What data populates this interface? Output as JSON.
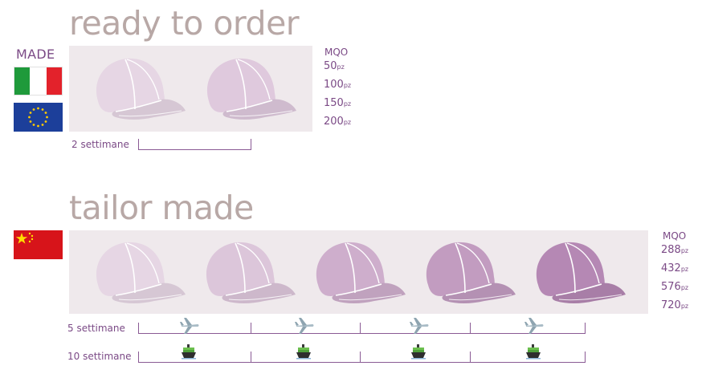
{
  "ready": {
    "title": "ready to order",
    "made_label": "MADE",
    "mqo": {
      "title": "MQO",
      "items": [
        {
          "value": "50",
          "unit": "pz"
        },
        {
          "value": "100",
          "unit": "pz"
        },
        {
          "value": "150",
          "unit": "pz"
        },
        {
          "value": "200",
          "unit": "pz"
        }
      ]
    },
    "timeline_label": "2 settimane",
    "flags": [
      "italy-flag",
      "eu-flag"
    ],
    "cap_colors": [
      "#e6d6e4",
      "#dfc9dd"
    ]
  },
  "tailor": {
    "title": "tailor made",
    "mqo": {
      "title": "MQO",
      "items": [
        {
          "value": "288",
          "unit": "pz"
        },
        {
          "value": "432",
          "unit": "pz"
        },
        {
          "value": "576",
          "unit": "pz"
        },
        {
          "value": "720",
          "unit": "pz"
        }
      ]
    },
    "timeline_air_label": "5 settimane",
    "timeline_sea_label": "10 settimane",
    "flags": [
      "china-flag"
    ],
    "cap_colors": [
      "#e6d6e4",
      "#dcc6da",
      "#ceaecc",
      "#c29cc0",
      "#b588b4"
    ],
    "icons": {
      "air": "airplane-icon",
      "sea": "cargo-ship-icon"
    }
  }
}
